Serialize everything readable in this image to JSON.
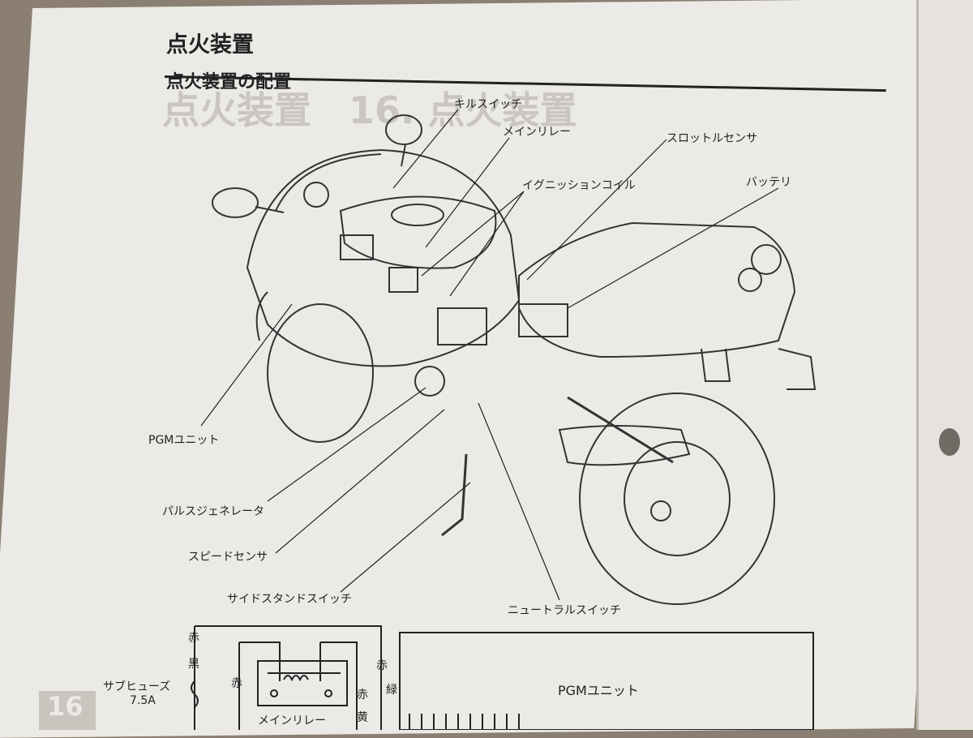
{
  "heading": "点火装置",
  "subheading": "点火装置の配置",
  "page_tab": "16",
  "callouts": {
    "kill_switch": "キルスイッチ",
    "main_relay": "メインリレー",
    "throttle_sensor": "スロットルセンサ",
    "ignition_coil": "イグニッションコイル",
    "battery": "バッテリ",
    "pgm_unit": "PGMユニット",
    "pulse_generator": "パルスジェネレータ",
    "speed_sensor": "スピードセンサ",
    "side_stand_switch": "サイドスタンドスイッチ",
    "neutral_switch": "ニュートラルスイッチ"
  },
  "circuit": {
    "sub_fuse": "サブヒューズ",
    "sub_fuse_rating": "7.5A",
    "wire_red_black_1": "赤",
    "wire_red_black_2": "黒",
    "wire_red": "赤",
    "wire_red_green_1": "赤",
    "wire_red_green_2": "緑",
    "wire_red_yellow_1": "赤",
    "wire_red_yellow_2": "黄",
    "main_relay_box": "メインリレー",
    "pgm_box": "PGMユニット"
  }
}
